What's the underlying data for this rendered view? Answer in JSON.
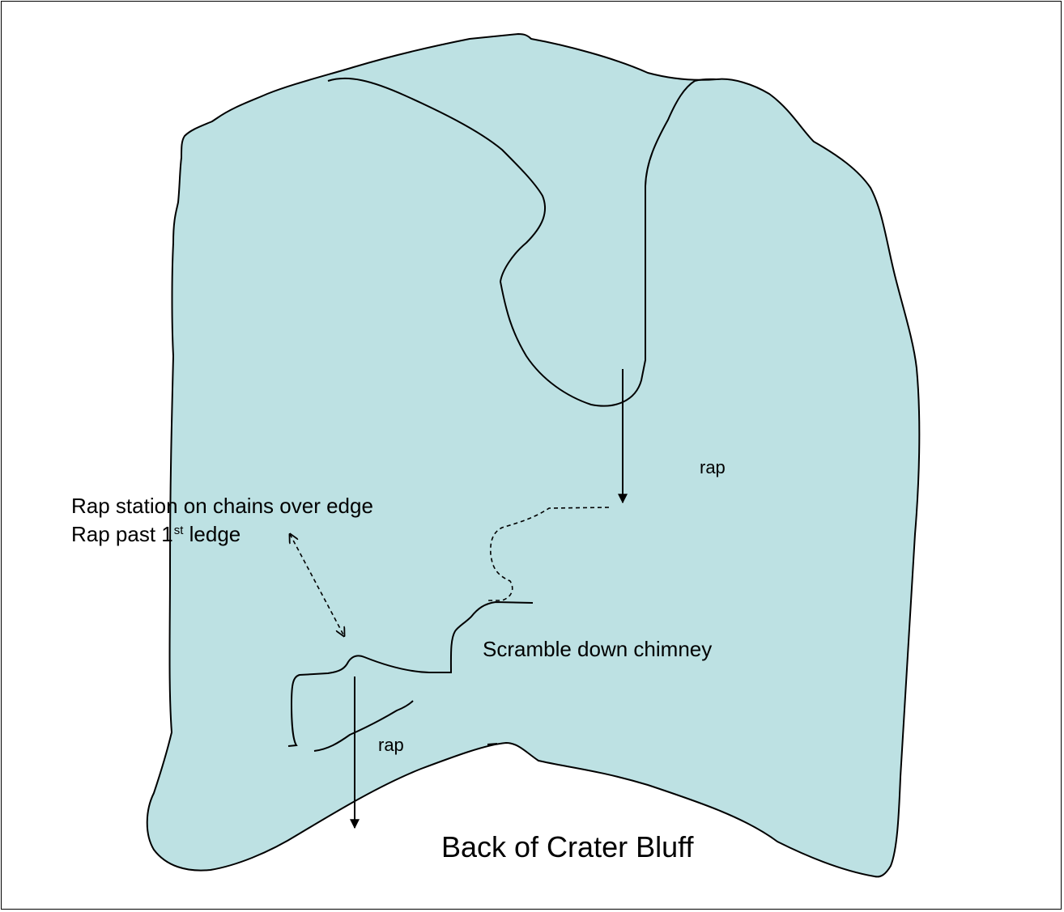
{
  "diagram": {
    "title": "Back of Crater Bluff",
    "labels": {
      "rap_upper": "rap",
      "rap_lower": "rap",
      "rap_station_line1": "Rap station on chains over edge",
      "rap_station_line2_pre": "Rap past 1",
      "rap_station_line2_sup": "st",
      "rap_station_line2_post": " ledge",
      "scramble": "Scramble down chimney"
    },
    "colors": {
      "rock_fill": "#bde1e3",
      "outline": "#000000",
      "background": "#ffffff"
    }
  }
}
